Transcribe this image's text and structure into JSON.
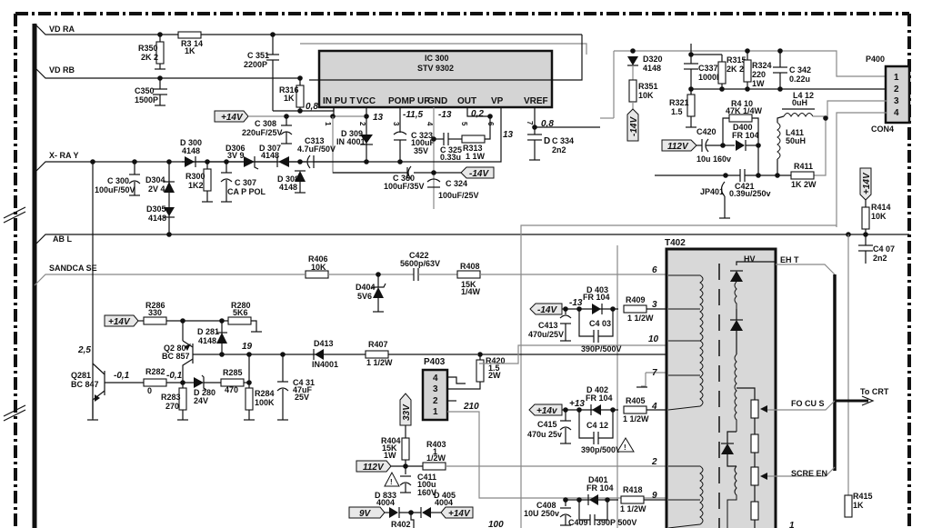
{
  "title": "Vertical deflection and flyback transformer schematic",
  "nets": {
    "vdra": "VD RA",
    "vdrb": "VD RB",
    "xray": "X- RA Y",
    "abl": "AB L",
    "sandcase": "SANDCA SE",
    "eht": "EH T",
    "hv": "HV",
    "focus": "FO CU S",
    "screen": "SCRE EN",
    "to_crt": "To CRT"
  },
  "ic300": {
    "ref": "IC 300",
    "part": "STV 9302",
    "pins": [
      "IN PU T",
      "VCC",
      "POMP UP",
      "GND",
      "OUT",
      "VP",
      "VREF"
    ],
    "pin_numbers": [
      "1",
      "2",
      "3",
      "4",
      "5",
      "6",
      "7"
    ],
    "voltages": {
      "input": "0,8",
      "vcc": "13",
      "pomp": "-11,5",
      "gnd": "-13",
      "out": "0,2",
      "vp": "13",
      "vref": "0,8"
    }
  },
  "power_tags": {
    "p14v_a": "+14V",
    "m14v_a": "-14V",
    "m14v_b": "-14V",
    "v112_a": "112V",
    "p14v_b": "+14V",
    "p14v_c": "+14V",
    "m14v_c": "-14V",
    "p14v_d": "+14v",
    "v33": "33V",
    "v112_b": "112V",
    "v9": "9V",
    "p14v_e": "+14V"
  },
  "components": {
    "R350": [
      "R350",
      "2K 2"
    ],
    "R314": [
      "R3 14",
      "1K"
    ],
    "C351": [
      "C 351",
      "2200P"
    ],
    "R316": [
      "R316",
      "1K"
    ],
    "C350": [
      "C350",
      "1500P"
    ],
    "C308": [
      "C 308",
      "220uF/25V"
    ],
    "D300": [
      "D 300",
      "4148"
    ],
    "D306": [
      "D306",
      "3V 9"
    ],
    "D307": [
      "D 307",
      "4148"
    ],
    "C313": [
      "C313",
      "4.7uF/50V"
    ],
    "C300": [
      "C 300",
      "100uF/50V"
    ],
    "D304": [
      "D304",
      "2V 4"
    ],
    "R300": [
      "R300",
      "1K2"
    ],
    "C307": [
      "C 307",
      "CA P POL"
    ],
    "D308": [
      "D 308",
      "4148"
    ],
    "D305": [
      "D305",
      "4148"
    ],
    "D309": [
      "D 309",
      "IN 4001"
    ],
    "C323": [
      "C 323",
      "100uF",
      "35V"
    ],
    "C325": [
      "C 325",
      "0.33u"
    ],
    "R313": [
      "R313",
      "1 1W"
    ],
    "C334": [
      "C 334",
      "2n2"
    ],
    "C360": [
      "C 360",
      "100uF/35V"
    ],
    "C324": [
      "C 324",
      "100uF/25V"
    ],
    "D320": [
      "D320",
      "4148"
    ],
    "R351": [
      "R351",
      "10K"
    ],
    "C337": [
      "C337",
      "1000P"
    ],
    "R315": [
      "R315",
      "2K 2"
    ],
    "R324": [
      "R324",
      "220",
      "1W"
    ],
    "C342": [
      "C 342",
      "0.22u"
    ],
    "R321": [
      "R321",
      "1.5"
    ],
    "R410": [
      "R4 10",
      "47K  1/4W"
    ],
    "D400": [
      "D400",
      "FR 104"
    ],
    "C420": [
      "C420",
      "10u 160v"
    ],
    "L412": [
      "L4 12",
      "0uH"
    ],
    "L411": [
      "L411",
      "50uH"
    ],
    "R411": [
      "R411",
      "1K  2W"
    ],
    "C421": [
      "C421",
      "0.39u/250v"
    ],
    "JP401": [
      "JP401"
    ],
    "R414": [
      "R414",
      "10K"
    ],
    "C407": [
      "C4 07",
      "2n2"
    ],
    "R406": [
      "R406",
      "10K"
    ],
    "C422": [
      "C422",
      "5600p/63V"
    ],
    "R408": [
      "R408",
      "15K",
      "1/4W"
    ],
    "D404": [
      "D404",
      "5V6"
    ],
    "R286": [
      "R286",
      "330"
    ],
    "R280": [
      "R280",
      "5K6"
    ],
    "D281": [
      "D 281",
      "4148"
    ],
    "Q280": [
      "Q2 80",
      "BC 857"
    ],
    "Q281": [
      "Q281",
      "BC 847"
    ],
    "R282": [
      "R282",
      "0"
    ],
    "R283": [
      "R283",
      "270"
    ],
    "D280": [
      "D 280",
      "24V"
    ],
    "R285": [
      "R285",
      "470"
    ],
    "R284": [
      "R284",
      "100K"
    ],
    "C431": [
      "C4 31",
      "47uF",
      "25V"
    ],
    "D413": [
      "D413",
      "IN4001"
    ],
    "R407": [
      "R407",
      "1 1/2W"
    ],
    "R420": [
      "R420",
      "1.5",
      "2W"
    ],
    "D403": [
      "D 403",
      "FR 104"
    ],
    "R409": [
      "R409",
      "1 1/2W"
    ],
    "C413": [
      "C413",
      "470u/25V"
    ],
    "C403": [
      "C4 03",
      "390P/500V"
    ],
    "D402": [
      "D 402",
      "FR 104"
    ],
    "R405": [
      "R405",
      "1  1/2W"
    ],
    "C415": [
      "C415",
      "470u 25v"
    ],
    "C412": [
      "C4 12",
      "390p/500V"
    ],
    "R404": [
      "R404",
      "15K",
      "1W"
    ],
    "R403": [
      "R403",
      "1",
      "1/2W"
    ],
    "C411": [
      "C411",
      "100u",
      "160V"
    ],
    "D833": [
      "D 833",
      "4004"
    ],
    "D405": [
      "D 405",
      "4004"
    ],
    "R402": [
      "R402"
    ],
    "C408": [
      "C408",
      "10U 250v"
    ],
    "C409": [
      "C409",
      "390P 500V"
    ],
    "D401": [
      "D401",
      "FR 104"
    ],
    "R418": [
      "R418",
      "1  1/2W"
    ],
    "R415": [
      "R415",
      "1K"
    ]
  },
  "connectors": {
    "P400": {
      "ref": "P400",
      "type": "CON4",
      "pins": [
        "1",
        "2",
        "3",
        "4"
      ]
    },
    "P403": {
      "ref": "P403",
      "pins": [
        "4",
        "3",
        "2",
        "1"
      ]
    }
  },
  "transformer": {
    "ref": "T402",
    "pins": [
      "6",
      "3",
      "10",
      "7",
      "4",
      "2",
      "9",
      "1"
    ]
  },
  "node_voltages": {
    "v_0_8_left": "0,8",
    "v_q281_c": "2,5",
    "v_q281_b": "-0,1",
    "v_r282": "-0,1",
    "v_19": "19",
    "v_d403": "-13",
    "v_d402": "+13",
    "v_210": "210",
    "v_100": "100"
  }
}
